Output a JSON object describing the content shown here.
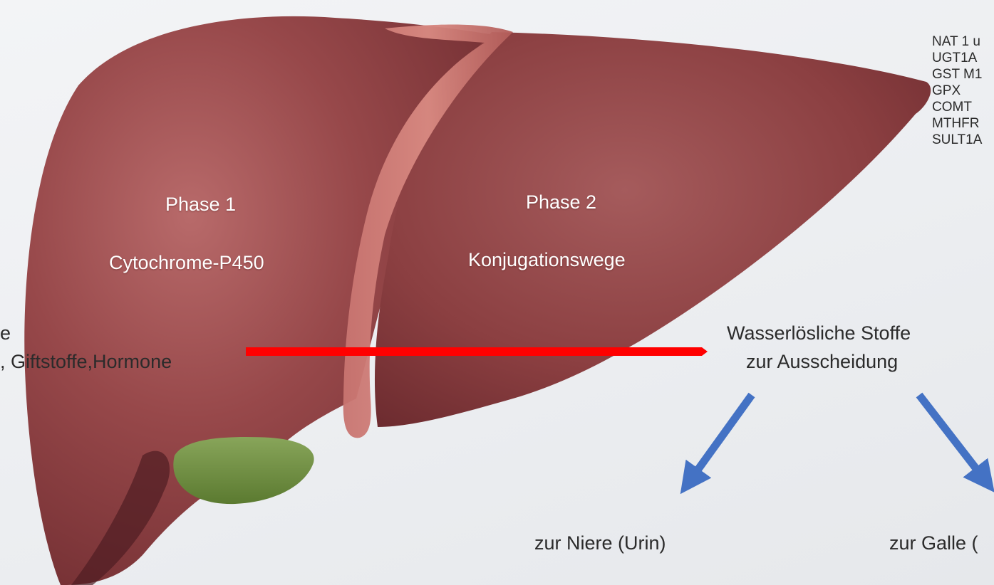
{
  "diagram": {
    "phase1": {
      "title": "Phase 1",
      "subtitle": "Cytochrome-P450"
    },
    "phase2": {
      "title": "Phase 2",
      "subtitle": "Konjugationswege"
    },
    "input": {
      "line1": "e",
      "line2": ", Giftstoffe,Hormone"
    },
    "output": {
      "line1": "Wasserlösliche Stoffe",
      "line2": "zur Ausscheidung"
    },
    "destinations": {
      "kidney": "zur Niere (Urin)",
      "bile": "zur Galle ("
    },
    "enzymes": [
      "NAT 1 u",
      "UGT1A",
      "GST M1",
      "GPX",
      "COMT",
      "MTHFR",
      "SULT1A"
    ],
    "colors": {
      "liver": "#8e3a3c",
      "ligament": "#b5605d",
      "gallbladder": "#6b8a3a",
      "flow_line": "#ff0000",
      "arrows": "#4472c4"
    }
  }
}
